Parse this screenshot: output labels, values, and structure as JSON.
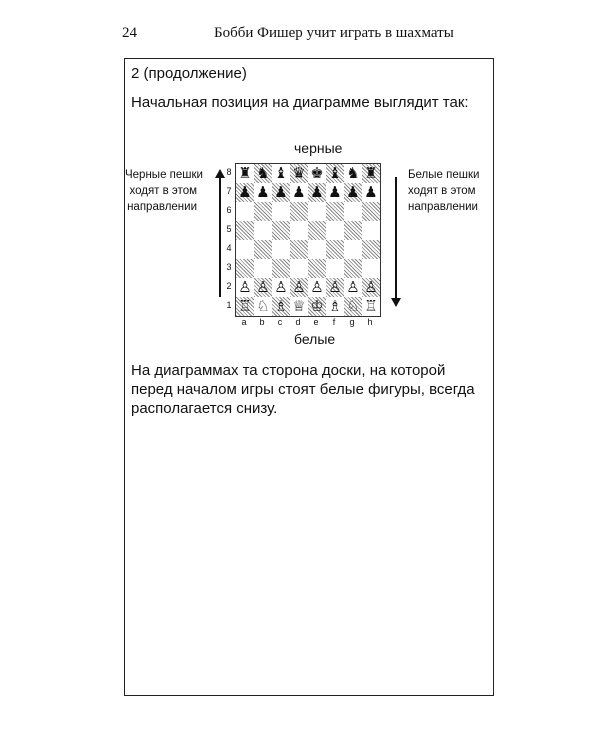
{
  "header": {
    "page_number": "24",
    "running_title": "Бобби Фишер учит играть в шахматы"
  },
  "frame": {
    "heading": "2 (продолжение)",
    "intro": "Начальная позиция на диаграмме выглядит так:",
    "diagram": {
      "black_label": "черные",
      "white_label": "белые",
      "left_note": [
        "Черные пешки",
        "ходят в этом",
        "направлении"
      ],
      "right_note": [
        "Белые пешки",
        "ходят в этом",
        "направлении"
      ],
      "ranks": [
        "8",
        "7",
        "6",
        "5",
        "4",
        "3",
        "2",
        "1"
      ],
      "files": [
        "a",
        "b",
        "c",
        "d",
        "e",
        "f",
        "g",
        "h"
      ],
      "position": [
        [
          "♜",
          "♞",
          "♝",
          "♛",
          "♚",
          "♝",
          "♞",
          "♜"
        ],
        [
          "♟",
          "♟",
          "♟",
          "♟",
          "♟",
          "♟",
          "♟",
          "♟"
        ],
        [
          "",
          "",
          "",
          "",
          "",
          "",
          "",
          ""
        ],
        [
          "",
          "",
          "",
          "",
          "",
          "",
          "",
          ""
        ],
        [
          "",
          "",
          "",
          "",
          "",
          "",
          "",
          ""
        ],
        [
          "",
          "",
          "",
          "",
          "",
          "",
          "",
          ""
        ],
        [
          "♙",
          "♙",
          "♙",
          "♙",
          "♙",
          "♙",
          "♙",
          "♙"
        ],
        [
          "♖",
          "♘",
          "♗",
          "♕",
          "♔",
          "♗",
          "♘",
          "♖"
        ]
      ]
    },
    "conclusion": "На диаграммах та сторона доски, на которой перед началом игры стоят белые фигуры, всегда располагается снизу."
  }
}
